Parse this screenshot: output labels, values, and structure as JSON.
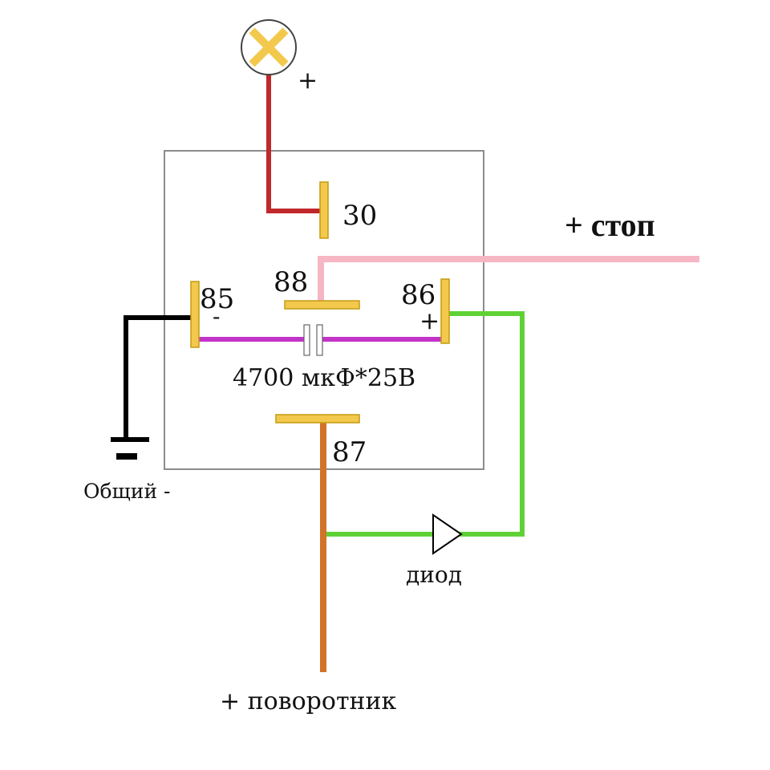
{
  "pins": {
    "p30": "30",
    "p88": "88",
    "p85": "85",
    "p86": "86",
    "p87": "87"
  },
  "signs": {
    "lamp_plus": "+",
    "p85_minus": "-",
    "p86_plus": "+"
  },
  "labels": {
    "stop": "+ стоп",
    "capacitor": "4700 мкФ*25В",
    "ground": "Общий -",
    "diode": "диод",
    "turn_signal": "+ поворотник"
  },
  "colors": {
    "lamp_wire": "#c0282b",
    "stop_wire": "#f6b6c4",
    "ground_wire": "#000000",
    "capacitor_wire": "#c233c8",
    "diode_wire": "#5fd136",
    "turn_wire": "#d2732a",
    "terminal": "#f2c94c",
    "lamp_cross": "#f2c94c",
    "relay_box": "#8c8c8c"
  }
}
